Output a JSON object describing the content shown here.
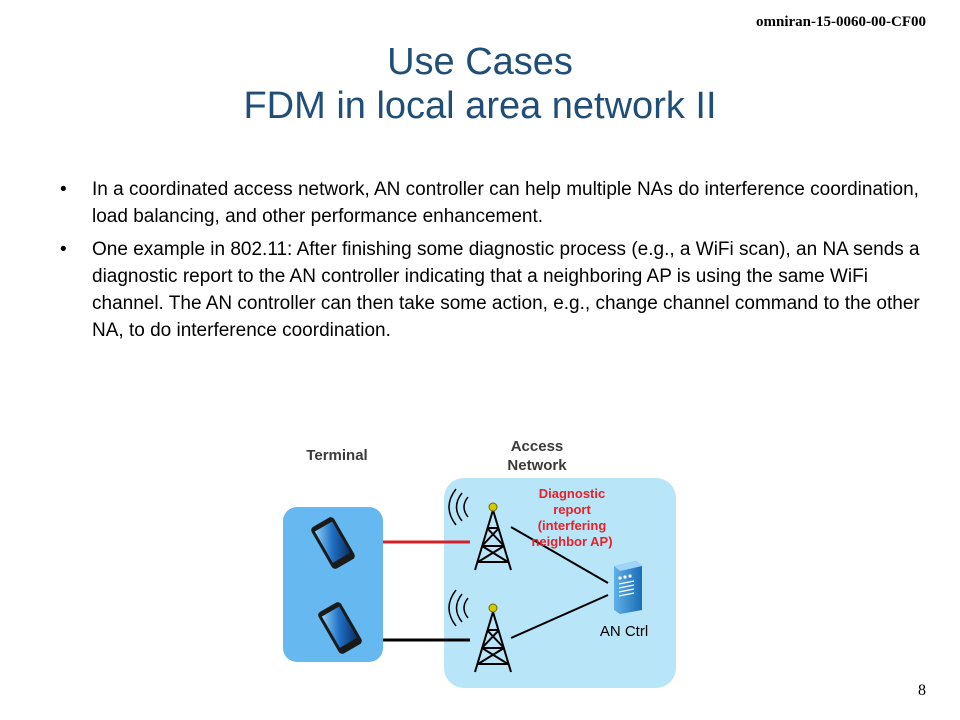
{
  "header": {
    "doc_id": "omniran-15-0060-00-CF00"
  },
  "title": {
    "line1": "Use Cases",
    "line2": "FDM in local area network II"
  },
  "bullets": [
    {
      "symbol": "•",
      "text": "In a coordinated access network, AN controller can help multiple NAs do interference coordination, load balancing, and other performance enhancement."
    },
    {
      "symbol": "•",
      "text": "One example in 802.11: After finishing some diagnostic process (e.g., a WiFi scan), an NA sends a diagnostic report to the AN controller indicating that a neighboring AP is using the same WiFi channel. The AN controller can then take some action, e.g., change channel command to the other NA, to do interference coordination."
    }
  ],
  "diagram": {
    "terminal_label": "Terminal",
    "access_label_line1": "Access",
    "access_label_line2": "Network",
    "report_line1": "Diagnostic",
    "report_line2": "report",
    "report_line3": "(interfering",
    "report_line4": "neighbor AP)",
    "controller_label": "AN Ctrl",
    "colors": {
      "terminal_box": "#66b8f0",
      "access_box": "#b8e6f8",
      "report_text": "#e8202a",
      "link_red": "#d42027",
      "link_black": "#000000"
    }
  },
  "footer": {
    "page_number": "8"
  }
}
